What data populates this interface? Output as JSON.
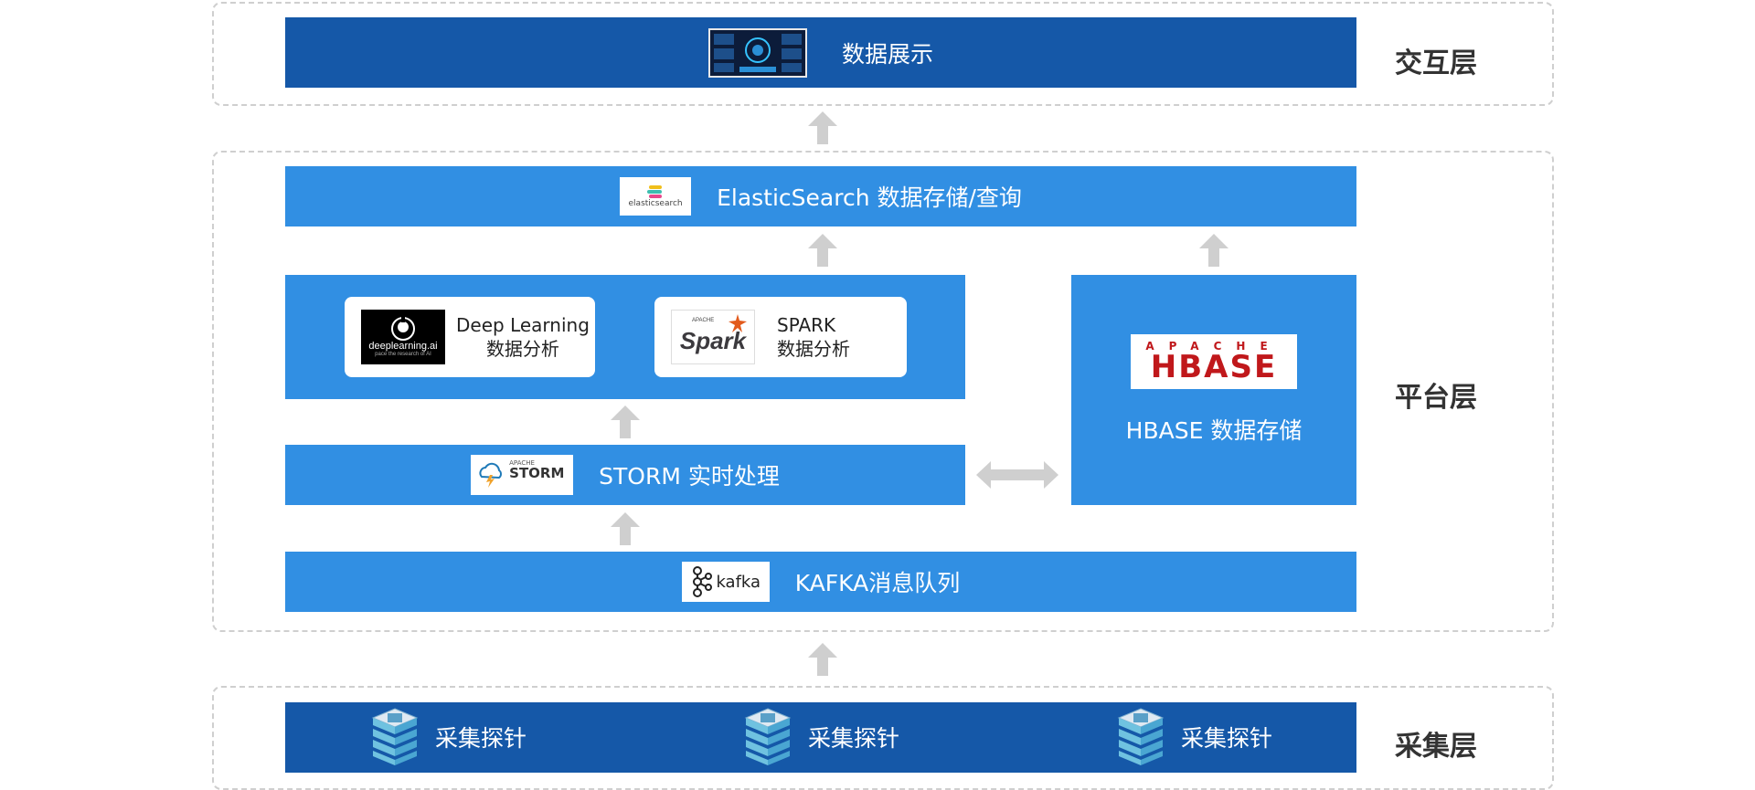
{
  "layers": {
    "interaction": "交互层",
    "platform": "平台层",
    "collection": "采集层"
  },
  "display": {
    "label": "数据展示",
    "icon": "dashboard-icon"
  },
  "elasticsearch": {
    "label": "ElasticSearch 数据存储/查询",
    "logo_text": "elasticsearch"
  },
  "deep_learning": {
    "title": "Deep Learning",
    "subtitle": "数据分析",
    "logo_text": "deeplearning.ai",
    "logo_sub": "pace the research of AI"
  },
  "spark": {
    "title": "SPARK",
    "subtitle": "数据分析",
    "logo_text": "Spark",
    "logo_sub": "APACHE"
  },
  "storm": {
    "label": "STORM 实时处理",
    "logo_text": "STORM",
    "logo_sub": "APACHE"
  },
  "hbase": {
    "label": "HBASE 数据存储",
    "logo_text": "HBASE",
    "logo_sub": "APACHE"
  },
  "kafka": {
    "label": "KAFKA消息队列",
    "logo_text": "kafka"
  },
  "probes": [
    {
      "label": "采集探针"
    },
    {
      "label": "采集探针"
    },
    {
      "label": "采集探针"
    }
  ],
  "colors": {
    "dark_bar": "#1558a8",
    "light_bar": "#318fe3",
    "arrow": "#cfcfcf",
    "hbase_red": "#c0181b"
  }
}
